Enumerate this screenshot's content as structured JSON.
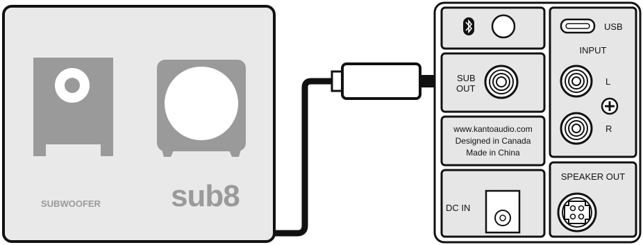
{
  "subwoofer": {
    "label": "SUBWOOFER",
    "brand": "sub8"
  },
  "panel": {
    "usb_label": "USB",
    "input_label": "INPUT",
    "input_left": "L",
    "input_right": "R",
    "sub_out_line1": "SUB",
    "sub_out_line2": "OUT",
    "info": {
      "website": "www.kantoaudio.com",
      "designed": "Designed in Canada",
      "made": "Made in China"
    },
    "dc_in_label": "DC IN",
    "speaker_out_label": "SPEAKER OUT"
  },
  "icons": {
    "bluetooth": "bluetooth-icon",
    "usb": "usb-c-port-icon",
    "plus": "plus-icon"
  },
  "colors": {
    "outline": "#111111",
    "panel_fill": "#e6e6e6",
    "subwoofer_gray": "#9a9a9a",
    "cable": "#111111"
  }
}
